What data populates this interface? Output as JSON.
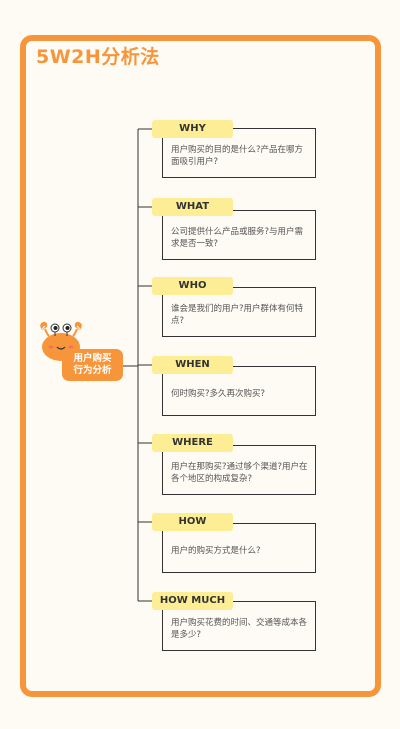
{
  "title": "5W2H分析法",
  "center": {
    "line1": "用户购买",
    "line2": "行为分析"
  },
  "items": [
    {
      "tag": "WHY",
      "text": "用户购买的目的是什么?产品在哪方面吸引用户?"
    },
    {
      "tag": "WHAT",
      "text": "公司提供什么产品或服务?与用户需求是否一致?"
    },
    {
      "tag": "WHO",
      "text": "谁会是我们的用户?用户群体有何特点?"
    },
    {
      "tag": "WHEN",
      "text": "何时购买?多久再次购买?"
    },
    {
      "tag": "WHERE",
      "text": "用户在那购买?通过够个渠道?用户在各个地区的构成复杂?"
    },
    {
      "tag": "HOW",
      "text": "用户的购买方式是什么?"
    },
    {
      "tag": "HOW MUCH",
      "text": "用户购买花费的时间、交通等成本各是多少?"
    }
  ],
  "colors": {
    "accent": "#f7953b",
    "tag": "#fdee95"
  }
}
